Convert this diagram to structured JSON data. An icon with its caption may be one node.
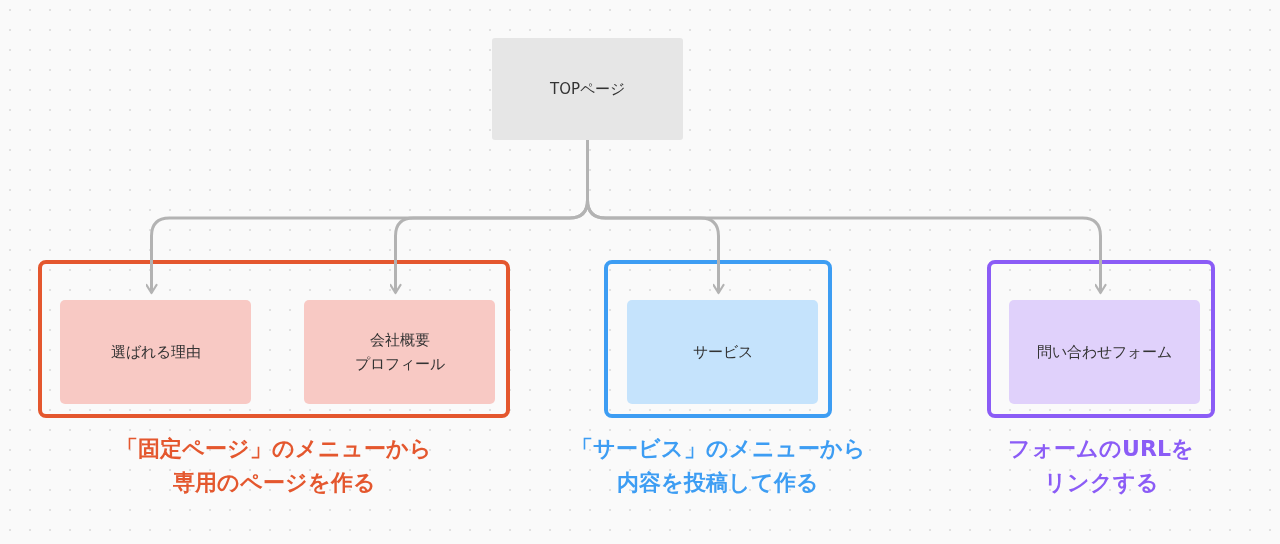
{
  "diagram": {
    "nodes": [
      {
        "text": [
          "TOPページ"
        ]
      },
      {
        "text": [],
        "shape": "box",
        "beside": [
          "「固定ページ」のメニューから専用のページを作る"
        ]
      },
      {
        "text": [
          "選ばれる理由"
        ],
        "in": 1
      },
      {
        "text": [
          "会社概要",
          "プロフィール"
        ],
        "in": 1
      },
      {
        "text": [],
        "shape": "box",
        "beside": [
          "「サービス」のメニューから内容を投稿して作る"
        ]
      },
      {
        "text": [
          "サービス"
        ],
        "in": 4
      },
      {
        "text": [],
        "shape": "box",
        "beside": [
          "フォームのURLをリンクする"
        ]
      },
      {
        "text": [
          "問い合わせフォーム"
        ],
        "in": 6
      }
    ],
    "edges": [
      {
        "from": 0,
        "to": 2,
        "arrow": "to"
      },
      {
        "from": 0,
        "to": 3,
        "arrow": "to"
      },
      {
        "from": 0,
        "to": 5,
        "arrow": "to"
      },
      {
        "from": 0,
        "to": 7,
        "arrow": "to"
      }
    ]
  }
}
